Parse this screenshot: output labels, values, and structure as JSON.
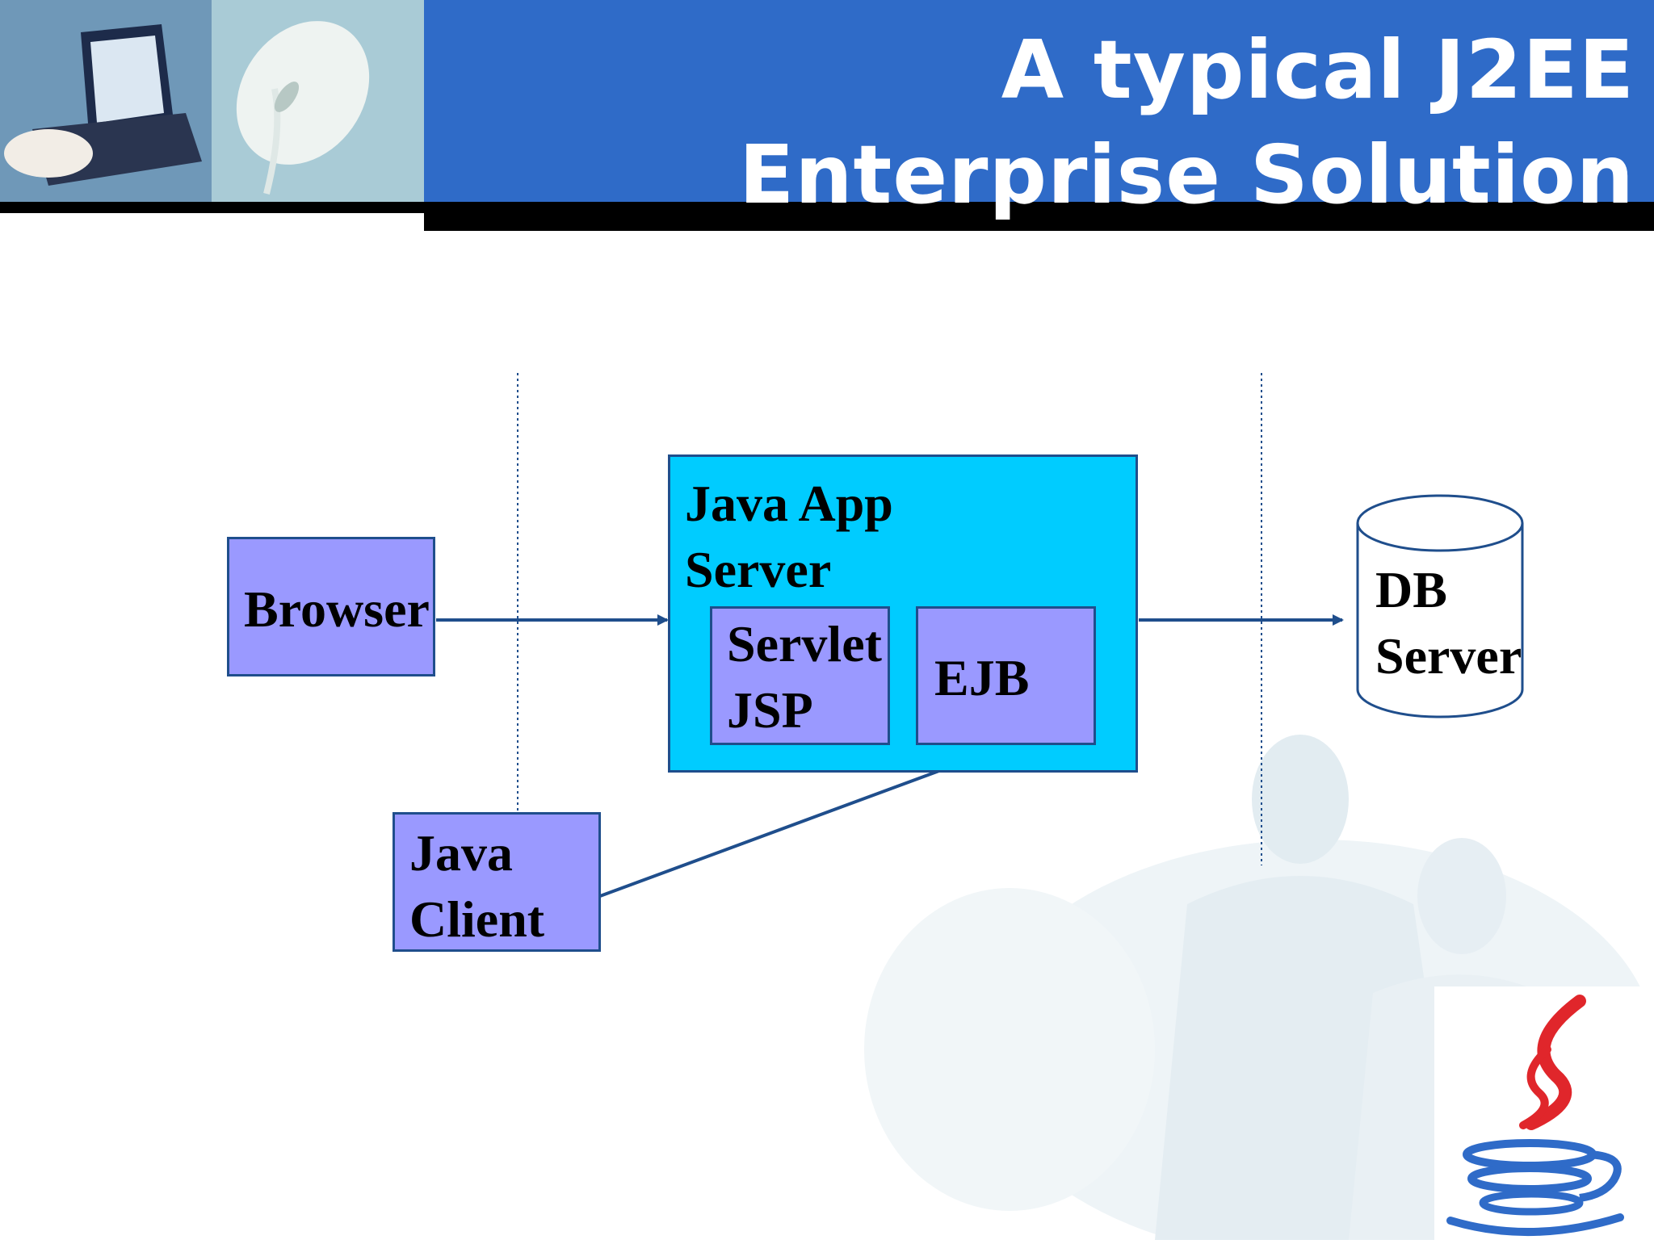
{
  "slide": {
    "title_line1": "A typical J2EE",
    "title_line2": "Enterprise Solution"
  },
  "diagram": {
    "browser": "Browser",
    "app_server_line1": "Java App",
    "app_server_line2": "Server",
    "servlet_line1": "Servlet",
    "servlet_line2": "JSP",
    "ejb": "EJB",
    "db_line1": "DB",
    "db_line2": "Server",
    "client_line1": "Java",
    "client_line2": "Client"
  },
  "colors": {
    "header_blue": "#2f6bc8",
    "box_lavender": "#9a99ff",
    "app_server_cyan": "#00ccff",
    "arrow": "#1f4e8c"
  },
  "icons": [
    "laptop-photo",
    "mouse-photo",
    "java-coffee-cup-logo",
    "business-people-watermark"
  ]
}
